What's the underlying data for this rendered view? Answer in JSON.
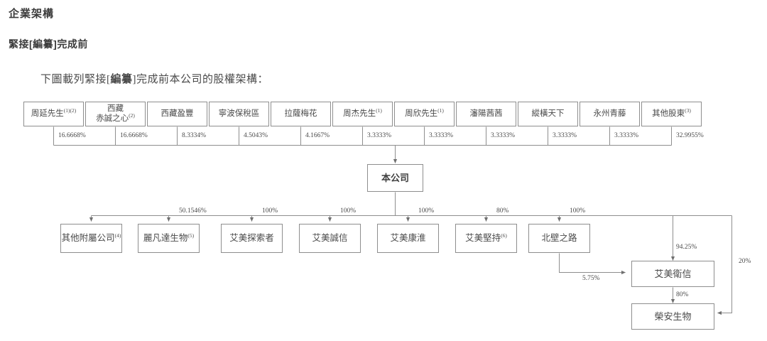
{
  "document": {
    "heading": "企業架構",
    "subheading": "緊接[編纂]完成前",
    "lead_prefix": "下圖載列緊接[",
    "lead_bold": "編纂",
    "lead_suffix": "]完成前本公司的股權架構："
  },
  "chart_data": {
    "type": "diagram",
    "title": "企業架構 — 緊接[編纂]完成前本公司的股權架構",
    "center_node": {
      "id": "company",
      "label": "本公司"
    },
    "shareholders": [
      {
        "id": "sh1",
        "label": "周延先生",
        "sup": "(1)(2)",
        "percent": "16.6668%"
      },
      {
        "id": "sh2",
        "label": "西藏\n赤誠之心",
        "sup": "(2)",
        "percent": "16.6668%"
      },
      {
        "id": "sh3",
        "label": "西藏盈豐",
        "sup": "",
        "percent": "8.3334%"
      },
      {
        "id": "sh4",
        "label": "寧波保稅區",
        "sup": "",
        "percent": "4.5043%"
      },
      {
        "id": "sh5",
        "label": "拉薩梅花",
        "sup": "",
        "percent": "4.1667%"
      },
      {
        "id": "sh6",
        "label": "周杰先生",
        "sup": "(1)",
        "percent": "3.3333%"
      },
      {
        "id": "sh7",
        "label": "周欣先生",
        "sup": "(1)",
        "percent": "3.3333%"
      },
      {
        "id": "sh8",
        "label": "瀋陽茜茜",
        "sup": "",
        "percent": "3.3333%"
      },
      {
        "id": "sh9",
        "label": "縱橫天下",
        "sup": "",
        "percent": "3.3333%"
      },
      {
        "id": "sh10",
        "label": "永州青藤",
        "sup": "",
        "percent": "3.3333%"
      },
      {
        "id": "sh11",
        "label": "其他股東",
        "sup": "(3)",
        "percent": "32.9955%"
      }
    ],
    "subsidiaries": [
      {
        "id": "sub1",
        "label": "其他附屬公司",
        "sup": "(4)",
        "percent": ""
      },
      {
        "id": "sub2",
        "label": "麗凡達生物",
        "sup": "(5)",
        "percent": "50.1546%"
      },
      {
        "id": "sub3",
        "label": "艾美探索者",
        "sup": "",
        "percent": "100%"
      },
      {
        "id": "sub4",
        "label": "艾美誠信",
        "sup": "",
        "percent": "100%"
      },
      {
        "id": "sub5",
        "label": "艾美康淮",
        "sup": "",
        "percent": "100%"
      },
      {
        "id": "sub6",
        "label": "艾美堅持",
        "sup": "(6)",
        "percent": "80%"
      },
      {
        "id": "sub7",
        "label": "北壁之路",
        "sup": "",
        "percent": "100%"
      }
    ],
    "lower_nodes": [
      {
        "id": "low1",
        "label": "艾美衛信"
      },
      {
        "id": "low2",
        "label": "榮安生物"
      }
    ],
    "lower_edges": [
      {
        "from": "company",
        "to": "low1",
        "percent": "94.25%"
      },
      {
        "from": "sub7",
        "to": "low1",
        "percent": "5.75%"
      },
      {
        "from": "low1",
        "to": "low2",
        "percent": "80%"
      },
      {
        "from": "company",
        "to": "low2",
        "percent": "20%"
      }
    ],
    "colors": {
      "box_border": "#8e8e8e",
      "line": "#8e8e8e",
      "text": "#4a4a4a",
      "heading": "#3b3b3b",
      "background": "#ffffff"
    }
  }
}
